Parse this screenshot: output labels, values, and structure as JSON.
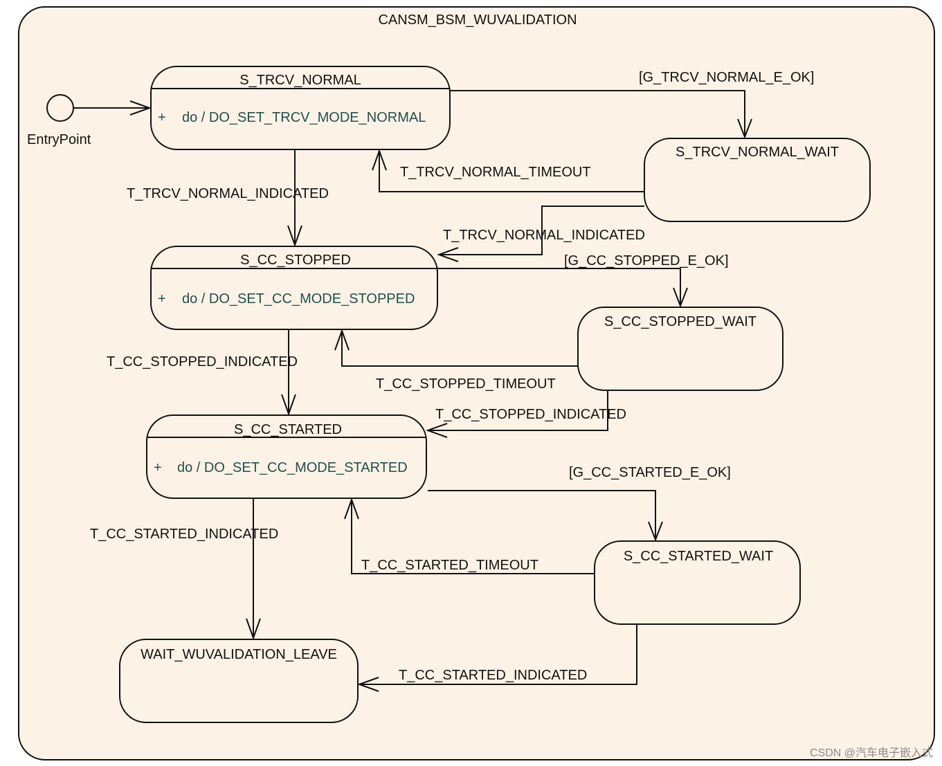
{
  "diagram": {
    "title": "CANSM_BSM_WUVALIDATION",
    "entry_label": "EntryPoint",
    "states": {
      "trcv_normal": {
        "name": "S_TRCV_NORMAL",
        "plus": "+",
        "action": "do / DO_SET_TRCV_MODE_NORMAL"
      },
      "trcv_normal_wait": {
        "name": "S_TRCV_NORMAL_WAIT"
      },
      "cc_stopped": {
        "name": "S_CC_STOPPED",
        "plus": "+",
        "action": "do / DO_SET_CC_MODE_STOPPED"
      },
      "cc_stopped_wait": {
        "name": "S_CC_STOPPED_WAIT"
      },
      "cc_started": {
        "name": "S_CC_STARTED",
        "plus": "+",
        "action": "do / DO_SET_CC_MODE_STARTED"
      },
      "cc_started_wait": {
        "name": "S_CC_STARTED_WAIT"
      },
      "wait_leave": {
        "name": "WAIT_WUVALIDATION_LEAVE"
      }
    },
    "transitions": {
      "g_trcv_normal_e_ok": "[G_TRCV_NORMAL_E_OK]",
      "t_trcv_normal_timeout": "T_TRCV_NORMAL_TIMEOUT",
      "t_trcv_normal_indicated_1": "T_TRCV_NORMAL_INDICATED",
      "t_trcv_normal_indicated_2": "T_TRCV_NORMAL_INDICATED",
      "g_cc_stopped_e_ok": "[G_CC_STOPPED_E_OK]",
      "t_cc_stopped_indicated_1": "T_CC_STOPPED_INDICATED",
      "t_cc_stopped_timeout": "T_CC_STOPPED_TIMEOUT",
      "t_cc_stopped_indicated_2": "T_CC_STOPPED_INDICATED",
      "g_cc_started_e_ok": "[G_CC_STARTED_E_OK]",
      "t_cc_started_indicated_1": "T_CC_STARTED_INDICATED",
      "t_cc_started_timeout": "T_CC_STARTED_TIMEOUT",
      "t_cc_started_indicated_2": "T_CC_STARTED_INDICATED"
    },
    "colors": {
      "container_fill": "#fcf3e6",
      "line": "#111111",
      "action_text": "#1f4f4f"
    }
  },
  "watermark": "CSDN @汽车电子嵌入式"
}
